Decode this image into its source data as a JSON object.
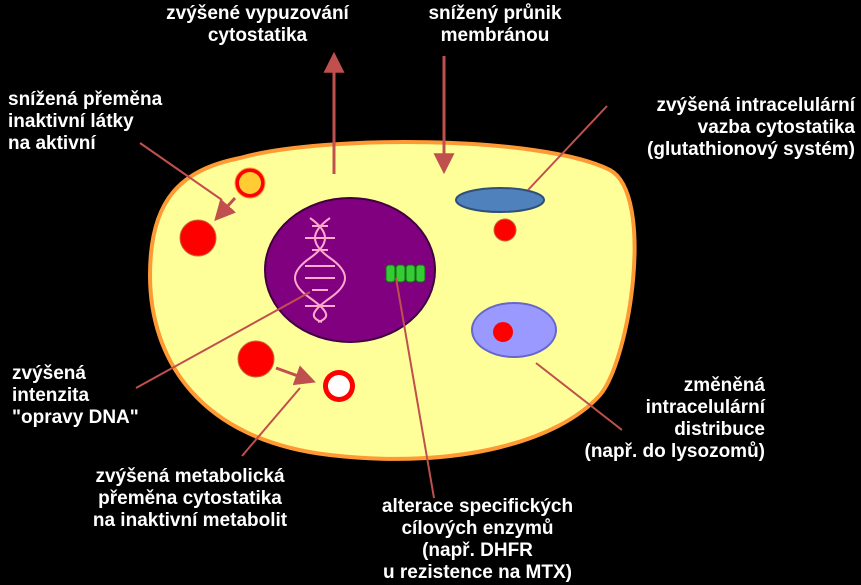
{
  "colors": {
    "background": "#000000",
    "cell_fill": "#ffff99",
    "cell_border": "#ff9933",
    "nucleus": "#800080",
    "arrow": "#c0504d",
    "drop_red": "#ff0000",
    "enzyme": "#33cc33",
    "vesicle_blue": "#4f81bd",
    "lysosome": "#9999ff",
    "label_text": "#ffffff"
  },
  "labels": {
    "efflux": [
      "zvýšené vypuzování",
      "cytostatika"
    ],
    "influx": [
      "snížený průnik",
      "membránou"
    ],
    "activation": [
      "snížená přeměna",
      "inaktivní látky",
      "na aktivní"
    ],
    "binding": [
      "zvýšená intracelulární",
      "vazba cytostatika",
      "(glutathionový systém)"
    ],
    "dna_repair": [
      "zvýšená",
      "intenzita",
      "\"opravy DNA\""
    ],
    "distribution": [
      "změněná",
      "intracelulární",
      "distribuce",
      "(např. do lysozomů)"
    ],
    "metabolism": [
      "zvýšená metabolická",
      "přeměna cytostatika",
      "na inaktivní metabolit"
    ],
    "enzymes": [
      "alterace specifických",
      "cílových enzymů",
      "(např. DHFR",
      "u rezistence na MTX)"
    ]
  }
}
